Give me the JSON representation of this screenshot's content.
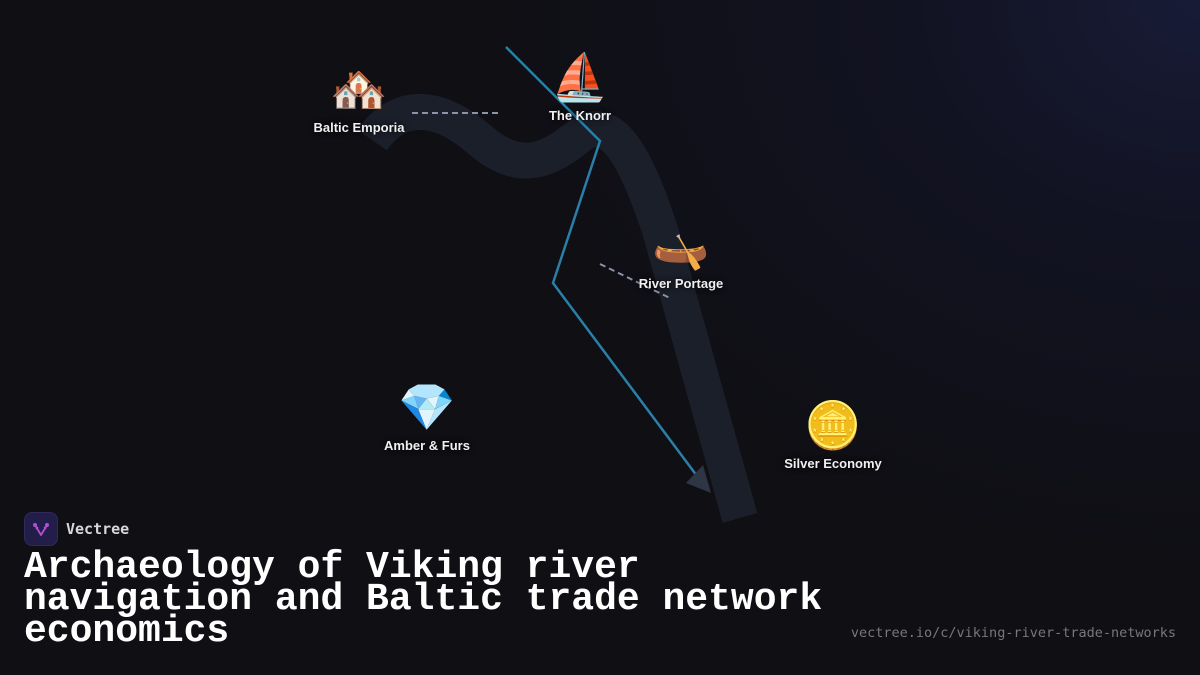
{
  "diagram": {
    "nodes": [
      {
        "id": "baltic-emporia",
        "label": "Baltic Emporia",
        "icon": "houses-icon",
        "glyph": "🏘️"
      },
      {
        "id": "the-knorr",
        "label": "The Knorr",
        "icon": "sailboat-icon",
        "glyph": "⛵"
      },
      {
        "id": "river-portage",
        "label": "River Portage",
        "icon": "canoe-icon",
        "glyph": "🛶"
      },
      {
        "id": "amber-furs",
        "label": "Amber & Furs",
        "icon": "gem-icon",
        "glyph": "💎"
      },
      {
        "id": "silver-economy",
        "label": "Silver Economy",
        "icon": "coin-icon",
        "glyph": "🪙"
      }
    ],
    "colors": {
      "background": "#0f0f14",
      "river_path": "#1b1f29",
      "route_line": "#2a7fa8",
      "arrowhead": "#2e3545",
      "dashed_connector": "#8a93a8"
    }
  },
  "brand": {
    "name": "Vectree",
    "logo_icon": "vectree-logo-icon"
  },
  "title": "Archaeology of Viking river navigation and Baltic trade network economics",
  "url": "vectree.io/c/viking-river-trade-networks"
}
